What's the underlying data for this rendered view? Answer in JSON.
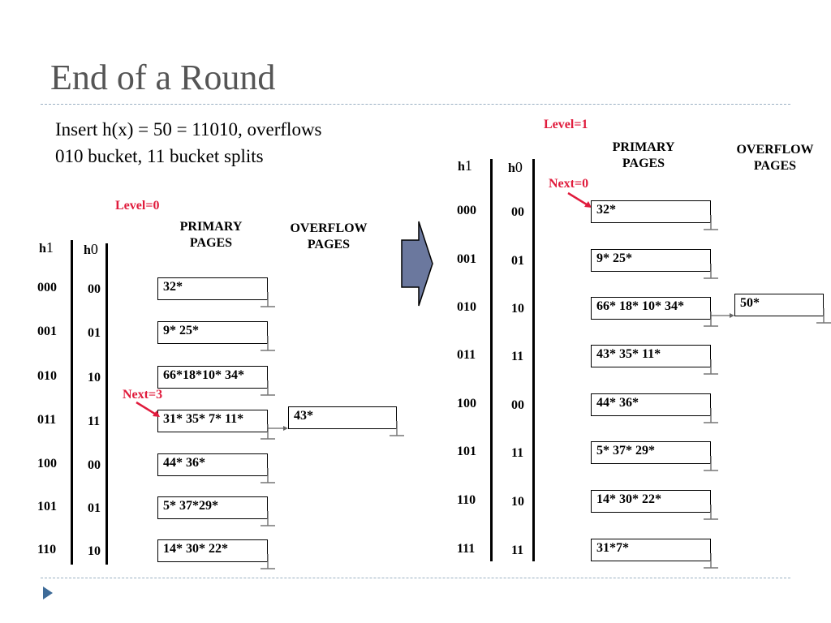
{
  "title": "End of a Round",
  "intro": {
    "line1": "Insert h(x) = 50 = 11010, overflows",
    "line2": "010 bucket, 11 bucket splits"
  },
  "left": {
    "level_label": "Level=0",
    "next_label": "Next=3",
    "primary_header": [
      "PRIMARY",
      "PAGES"
    ],
    "overflow_header": [
      "OVERFLOW",
      "PAGES"
    ],
    "h1_main": "h",
    "h1_sub": "1",
    "h0_main": "h",
    "h0_sub": "0",
    "rows": [
      {
        "h1": "000",
        "h0": "00",
        "page": "32*",
        "overflow": ""
      },
      {
        "h1": "001",
        "h0": "01",
        "page": "9* 25*",
        "overflow": ""
      },
      {
        "h1": "010",
        "h0": "10",
        "page": "66*18*10*  34*",
        "overflow": ""
      },
      {
        "h1": "011",
        "h0": "11",
        "page": "31* 35*  7* 11*",
        "overflow": "43*"
      },
      {
        "h1": "100",
        "h0": "00",
        "page": "44*  36*",
        "overflow": ""
      },
      {
        "h1": "101",
        "h0": "01",
        "page": "5*  37*29*",
        "overflow": ""
      },
      {
        "h1": "110",
        "h0": "10",
        "page": "14*  30*  22*",
        "overflow": ""
      }
    ]
  },
  "right": {
    "level_label": "Level=1",
    "next_label": "Next=0",
    "primary_header": [
      "PRIMARY",
      "PAGES"
    ],
    "overflow_header": [
      "OVERFLOW",
      "PAGES"
    ],
    "h1_main": "h",
    "h1_sub": "1",
    "h0_main": "h",
    "h0_sub": "0",
    "rows": [
      {
        "h1": "000",
        "h0": "00",
        "page": "32*",
        "overflow": ""
      },
      {
        "h1": "001",
        "h0": "01",
        "page": "9* 25*",
        "overflow": ""
      },
      {
        "h1": "010",
        "h0": "10",
        "page": "66*  18* 10* 34*",
        "overflow": "50*"
      },
      {
        "h1": "011",
        "h0": "11",
        "page": "43*  35*   11*",
        "overflow": ""
      },
      {
        "h1": "100",
        "h0": "00",
        "page": "44*   36*",
        "overflow": ""
      },
      {
        "h1": "101",
        "h0": "11",
        "page": "5*    37*  29*",
        "overflow": ""
      },
      {
        "h1": "110",
        "h0": "10",
        "page": "14*   30*  22*",
        "overflow": ""
      },
      {
        "h1": "111",
        "h0": "11",
        "page": "31*7*",
        "overflow": ""
      }
    ]
  },
  "colors": {
    "title": "#555555",
    "accent_red": "#e01b3c",
    "arrow_fill": "#6b789e",
    "divider": "#9ab0c2",
    "bullet": "#3e6b98"
  }
}
